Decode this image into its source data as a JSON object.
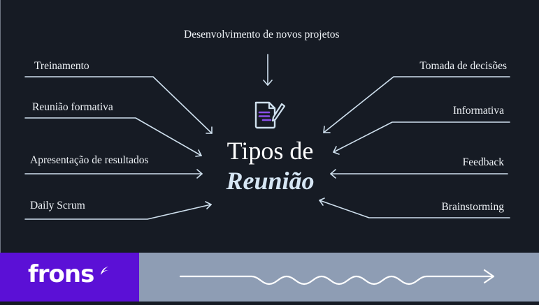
{
  "title": {
    "line1": "Tipos de",
    "line2": "Reunião"
  },
  "top_label": "Desenvolvimento de novos projetos",
  "left_items": [
    {
      "label": "Treinamento"
    },
    {
      "label": "Reunião formativa"
    },
    {
      "label": "Apresentação de resultados"
    },
    {
      "label": "Daily Scrum"
    }
  ],
  "right_items": [
    {
      "label": "Tomada de decisões"
    },
    {
      "label": "Informativa"
    },
    {
      "label": "Feedback"
    },
    {
      "label": "Brainstorming"
    }
  ],
  "icons": {
    "center": "document-pen-icon",
    "footer": "wavy-arrow-icon",
    "brand_mark": "leaf-icon"
  },
  "footer": {
    "brand": "frons"
  },
  "colors": {
    "background": "#161b24",
    "line": "#cfe0ee",
    "brand_purple": "#5b10d6",
    "band_gray": "#8e9db4",
    "icon_accent": "#8a4ee8"
  }
}
